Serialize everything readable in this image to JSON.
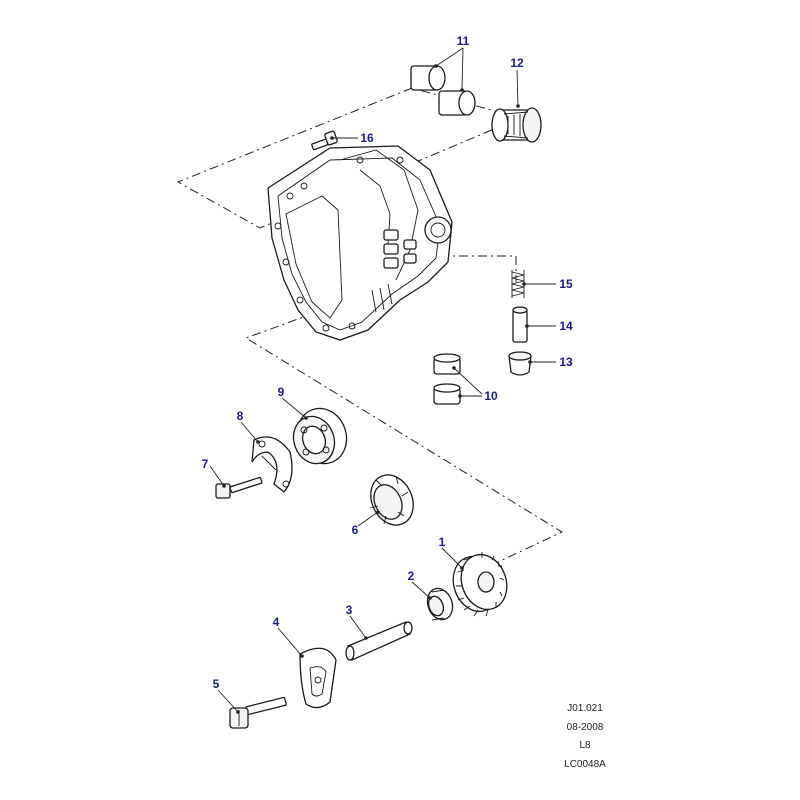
{
  "callouts": [
    {
      "id": "p1",
      "label": "1"
    },
    {
      "id": "p2",
      "label": "2"
    },
    {
      "id": "p3",
      "label": "3"
    },
    {
      "id": "p4",
      "label": "4"
    },
    {
      "id": "p5",
      "label": "5"
    },
    {
      "id": "p6",
      "label": "6"
    },
    {
      "id": "p7",
      "label": "7"
    },
    {
      "id": "p8",
      "label": "8"
    },
    {
      "id": "p9",
      "label": "9"
    },
    {
      "id": "p10",
      "label": "10"
    },
    {
      "id": "p11",
      "label": "11"
    },
    {
      "id": "p12",
      "label": "12"
    },
    {
      "id": "p13",
      "label": "13"
    },
    {
      "id": "p14",
      "label": "14"
    },
    {
      "id": "p15",
      "label": "15"
    },
    {
      "id": "p16",
      "label": "16"
    }
  ],
  "footer": {
    "ref": "J01.021",
    "date": "08-2008",
    "model": "L8",
    "code": "LC0048A"
  },
  "colors": {
    "callout": "#1a1a8c",
    "line": "#1a1a1a"
  }
}
